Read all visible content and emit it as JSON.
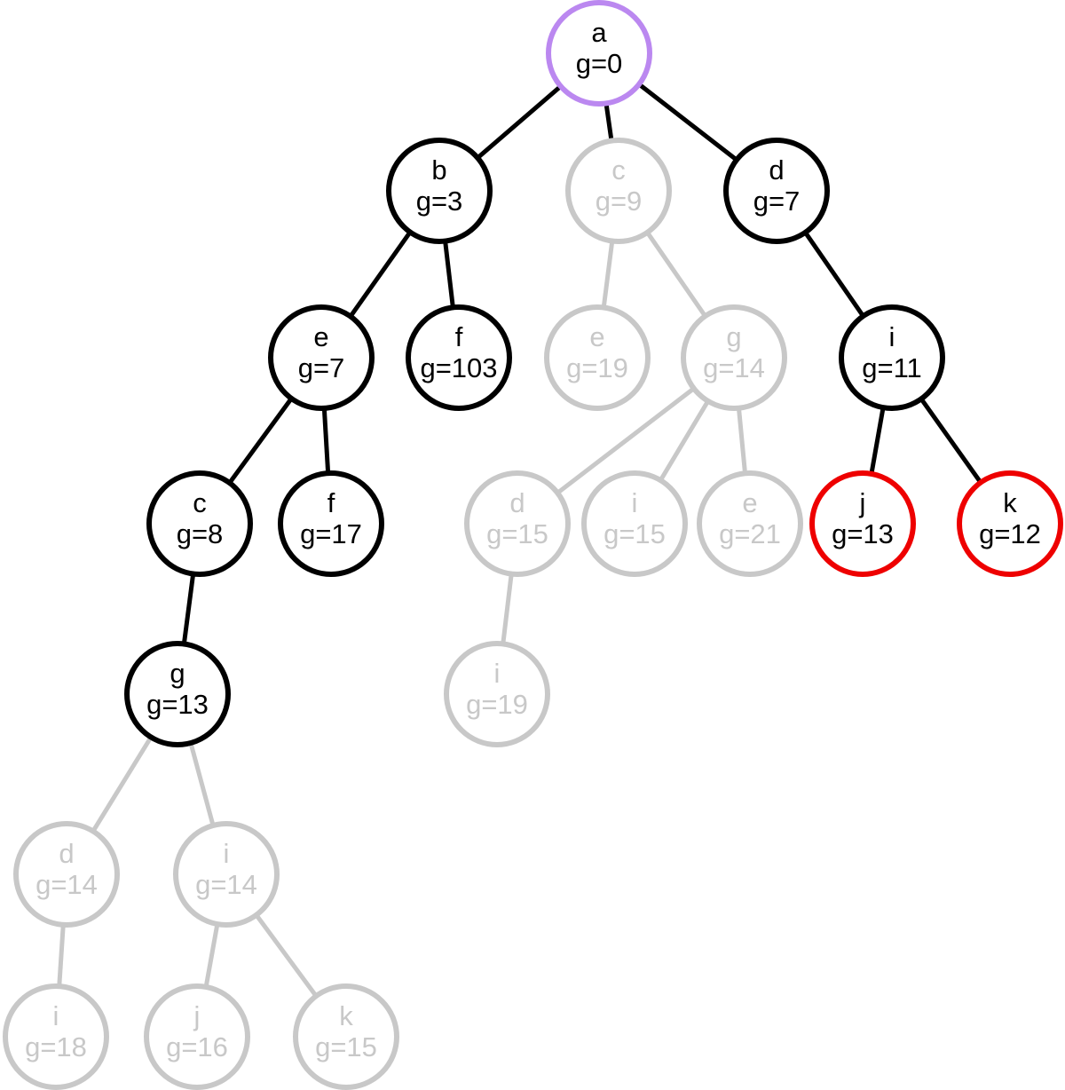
{
  "colors": {
    "visited": "#000000",
    "faded": "#c8c8c8",
    "start": "#bb88f0",
    "frontier": "#ee0000"
  },
  "nodes": [
    {
      "id": "a0",
      "name": "a",
      "g": "g=0",
      "state": "start"
    },
    {
      "id": "b1",
      "name": "b",
      "g": "g=3",
      "state": "visited"
    },
    {
      "id": "c1",
      "name": "c",
      "g": "g=9",
      "state": "faded"
    },
    {
      "id": "d1",
      "name": "d",
      "g": "g=7",
      "state": "visited"
    },
    {
      "id": "e2",
      "name": "e",
      "g": "g=7",
      "state": "visited"
    },
    {
      "id": "f2",
      "name": "f",
      "g": "g=103",
      "state": "visited"
    },
    {
      "id": "e2b",
      "name": "e",
      "g": "g=19",
      "state": "faded"
    },
    {
      "id": "g2",
      "name": "g",
      "g": "g=14",
      "state": "faded"
    },
    {
      "id": "i2",
      "name": "i",
      "g": "g=11",
      "state": "visited"
    },
    {
      "id": "c3",
      "name": "c",
      "g": "g=8",
      "state": "visited"
    },
    {
      "id": "f3",
      "name": "f",
      "g": "g=17",
      "state": "visited"
    },
    {
      "id": "d3",
      "name": "d",
      "g": "g=15",
      "state": "faded"
    },
    {
      "id": "i3",
      "name": "i",
      "g": "g=15",
      "state": "faded"
    },
    {
      "id": "e3",
      "name": "e",
      "g": "g=21",
      "state": "faded"
    },
    {
      "id": "j3",
      "name": "j",
      "g": "g=13",
      "state": "frontier"
    },
    {
      "id": "k3",
      "name": "k",
      "g": "g=12",
      "state": "frontier"
    },
    {
      "id": "g4",
      "name": "g",
      "g": "g=13",
      "state": "visited"
    },
    {
      "id": "i4",
      "name": "i",
      "g": "g=19",
      "state": "faded"
    },
    {
      "id": "d5",
      "name": "d",
      "g": "g=14",
      "state": "faded"
    },
    {
      "id": "i5",
      "name": "i",
      "g": "g=14",
      "state": "faded"
    },
    {
      "id": "i6",
      "name": "i",
      "g": "g=18",
      "state": "faded"
    },
    {
      "id": "j6",
      "name": "j",
      "g": "g=16",
      "state": "faded"
    },
    {
      "id": "k6",
      "name": "k",
      "g": "g=15",
      "state": "faded"
    }
  ],
  "edges": [
    {
      "from": "a0",
      "to": "b1",
      "state": "visited"
    },
    {
      "from": "a0",
      "to": "c1",
      "state": "visited"
    },
    {
      "from": "a0",
      "to": "d1",
      "state": "visited"
    },
    {
      "from": "b1",
      "to": "e2",
      "state": "visited"
    },
    {
      "from": "b1",
      "to": "f2",
      "state": "visited"
    },
    {
      "from": "c1",
      "to": "e2b",
      "state": "faded"
    },
    {
      "from": "c1",
      "to": "g2",
      "state": "faded"
    },
    {
      "from": "d1",
      "to": "i2",
      "state": "visited"
    },
    {
      "from": "e2",
      "to": "c3",
      "state": "visited"
    },
    {
      "from": "e2",
      "to": "f3",
      "state": "visited"
    },
    {
      "from": "g2",
      "to": "d3",
      "state": "faded"
    },
    {
      "from": "g2",
      "to": "i3",
      "state": "faded"
    },
    {
      "from": "g2",
      "to": "e3",
      "state": "faded"
    },
    {
      "from": "i2",
      "to": "j3",
      "state": "visited"
    },
    {
      "from": "i2",
      "to": "k3",
      "state": "visited"
    },
    {
      "from": "c3",
      "to": "g4",
      "state": "visited"
    },
    {
      "from": "d3",
      "to": "i4",
      "state": "faded"
    },
    {
      "from": "g4",
      "to": "d5",
      "state": "faded"
    },
    {
      "from": "g4",
      "to": "i5",
      "state": "faded"
    },
    {
      "from": "d5",
      "to": "i6",
      "state": "faded"
    },
    {
      "from": "i5",
      "to": "j6",
      "state": "faded"
    },
    {
      "from": "i5",
      "to": "k6",
      "state": "faded"
    }
  ]
}
